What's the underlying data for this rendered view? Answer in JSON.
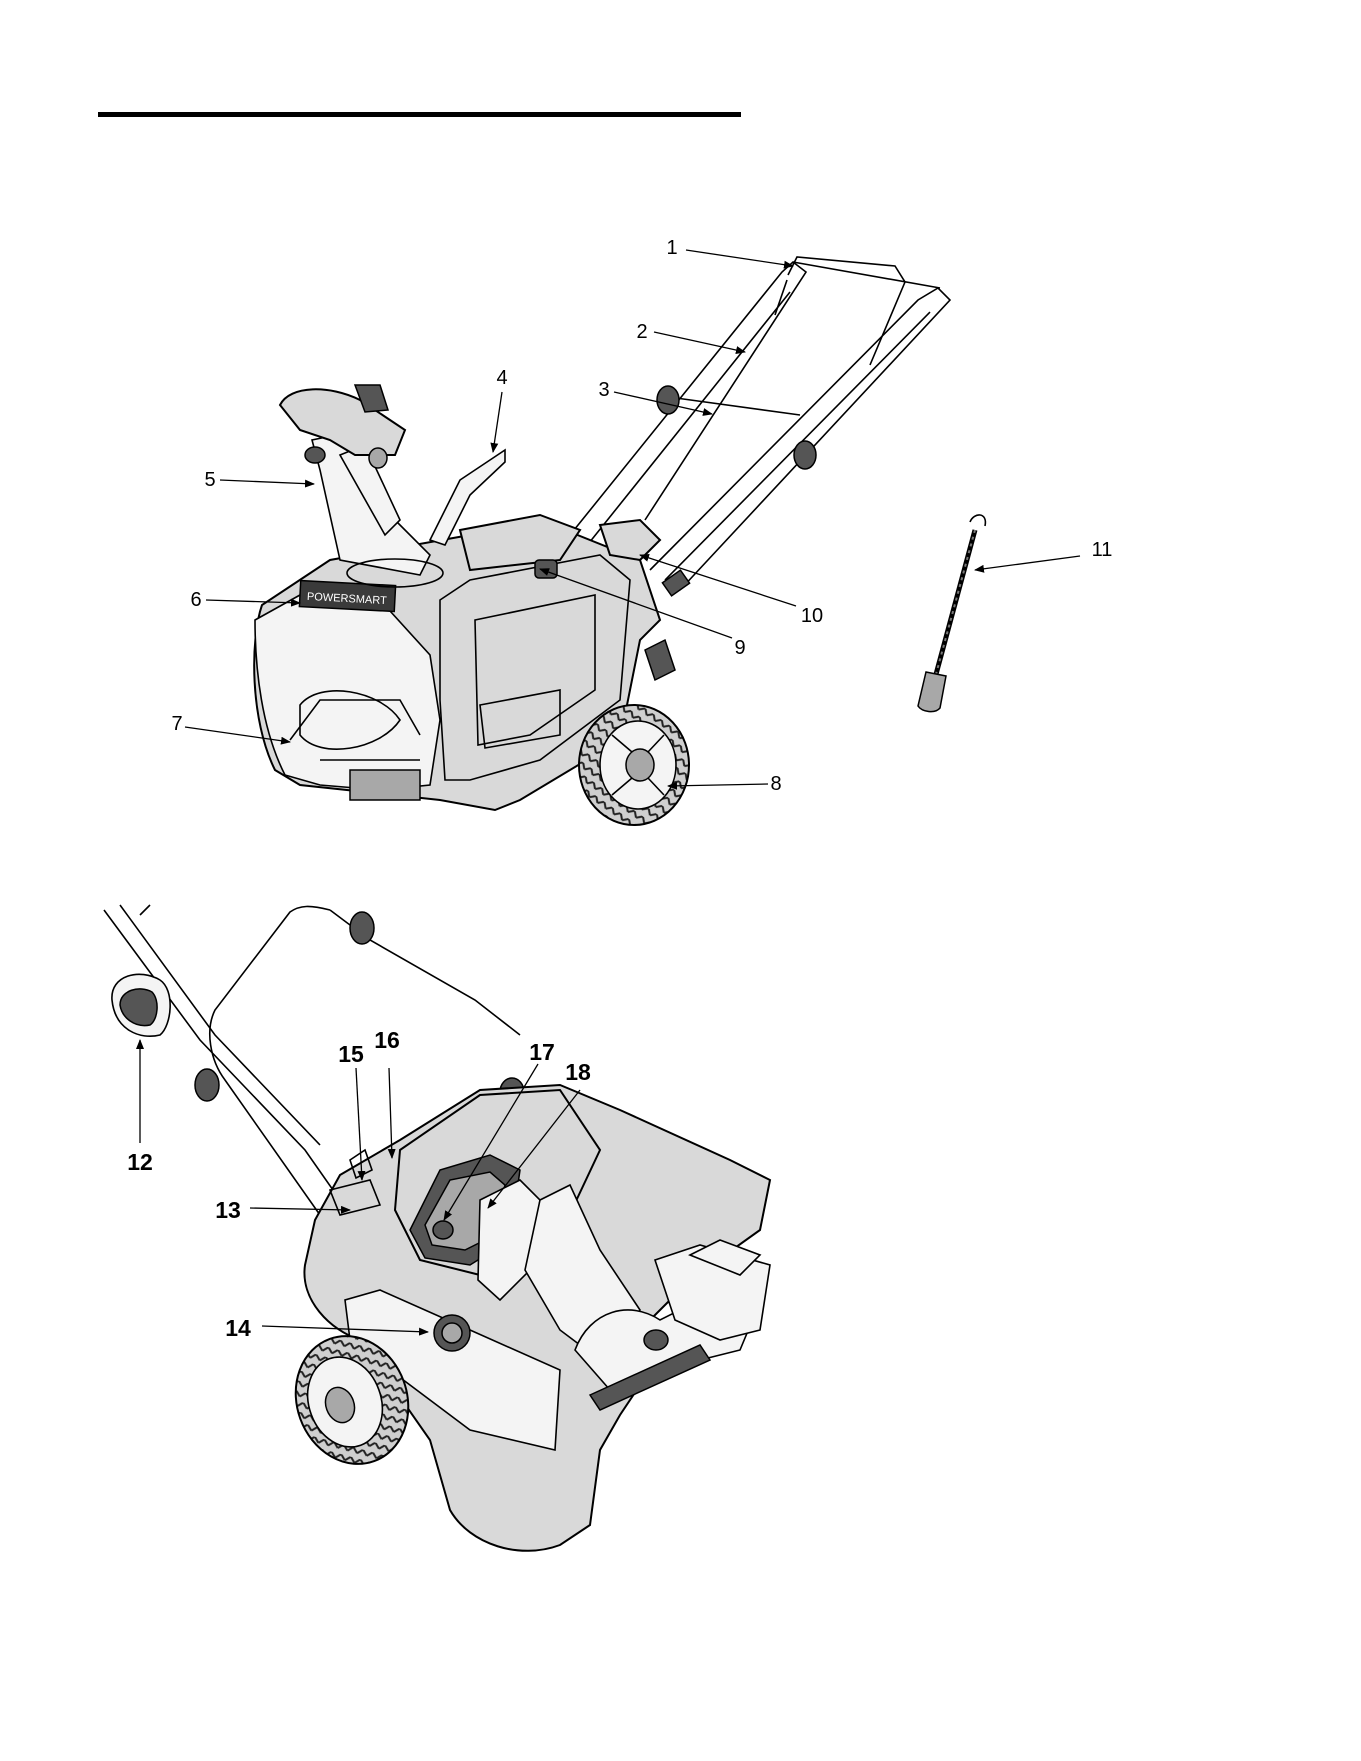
{
  "brand_badge": "POWERSMART",
  "upper_callouts": [
    {
      "number": "1"
    },
    {
      "number": "2"
    },
    {
      "number": "3"
    },
    {
      "number": "4"
    },
    {
      "number": "5"
    },
    {
      "number": "6"
    },
    {
      "number": "7"
    },
    {
      "number": "8"
    },
    {
      "number": "9"
    },
    {
      "number": "10"
    },
    {
      "number": "11"
    }
  ],
  "lower_callouts": [
    {
      "number": "12"
    },
    {
      "number": "13"
    },
    {
      "number": "14"
    },
    {
      "number": "15"
    },
    {
      "number": "16"
    },
    {
      "number": "17"
    },
    {
      "number": "18"
    }
  ]
}
